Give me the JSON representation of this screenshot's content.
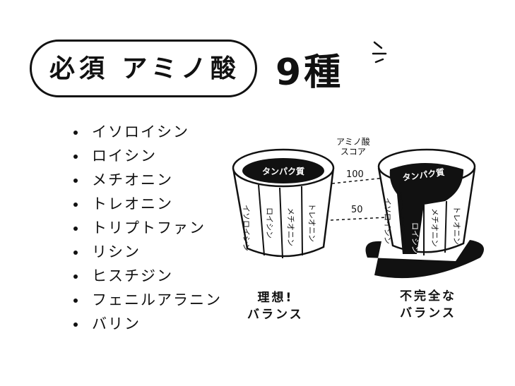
{
  "title": {
    "text": "必須 アミノ酸",
    "count": "9種"
  },
  "amino_acids": [
    "イソロイシン",
    "ロイシン",
    "メチオニン",
    "トレオニン",
    "トリプトファン",
    "リシン",
    "ヒスチジン",
    "フェニルアラニン",
    "バリン"
  ],
  "barrel_staves": [
    "イソロイシン",
    "ロイシン",
    "メチオニン",
    "トレオニン"
  ],
  "barrel_staves_right": [
    "イソロイシン",
    "ロイシン",
    "メチオニン",
    "トレオニン"
  ],
  "protein_label": "タンパク質",
  "score_label": [
    "アミノ酸",
    "スコア"
  ],
  "ticks": {
    "high": "100",
    "mid": "50"
  },
  "captions": {
    "ideal": [
      "理想!",
      "バランス"
    ],
    "incomplete": [
      "不完全な",
      "バランス"
    ]
  }
}
